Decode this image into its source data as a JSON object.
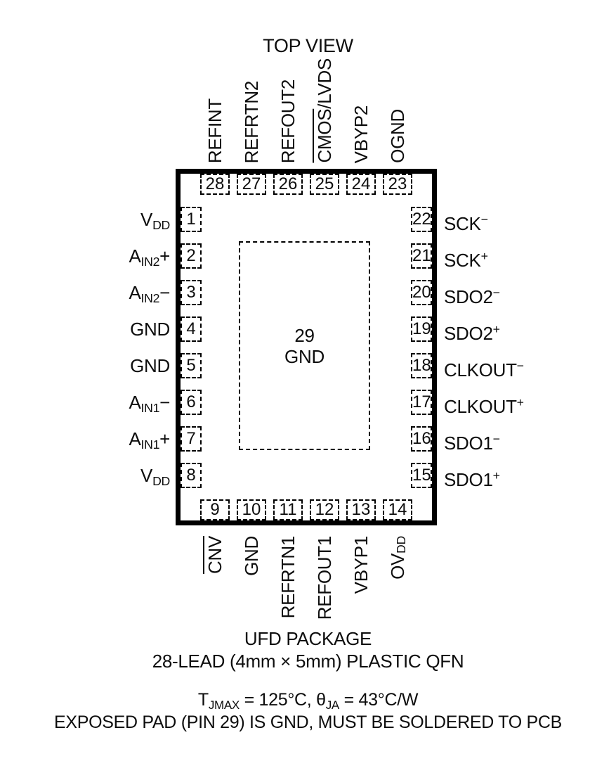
{
  "title": "TOP VIEW",
  "pins": {
    "top": [
      {
        "number": "28",
        "label": [
          {
            "t": "REFINT"
          }
        ]
      },
      {
        "number": "27",
        "label": [
          {
            "t": "REFRTN2"
          }
        ]
      },
      {
        "number": "26",
        "label": [
          {
            "t": "REFOUT2"
          }
        ]
      },
      {
        "number": "25",
        "label": [
          {
            "t": "CMOS",
            "s": "over"
          },
          {
            "t": "/LVDS"
          }
        ]
      },
      {
        "number": "24",
        "label": [
          {
            "t": "VBYP2"
          }
        ]
      },
      {
        "number": "23",
        "label": [
          {
            "t": "OGND"
          }
        ]
      }
    ],
    "left": [
      {
        "number": "1",
        "label": [
          {
            "t": "V"
          },
          {
            "t": "DD",
            "s": "sub"
          }
        ]
      },
      {
        "number": "2",
        "label": [
          {
            "t": "A"
          },
          {
            "t": "IN2",
            "s": "sub"
          },
          {
            "t": "+"
          }
        ]
      },
      {
        "number": "3",
        "label": [
          {
            "t": "A"
          },
          {
            "t": "IN2",
            "s": "sub"
          },
          {
            "t": "−"
          }
        ]
      },
      {
        "number": "4",
        "label": [
          {
            "t": "GND"
          }
        ]
      },
      {
        "number": "5",
        "label": [
          {
            "t": "GND"
          }
        ]
      },
      {
        "number": "6",
        "label": [
          {
            "t": "A"
          },
          {
            "t": "IN1",
            "s": "sub"
          },
          {
            "t": "−"
          }
        ]
      },
      {
        "number": "7",
        "label": [
          {
            "t": "A"
          },
          {
            "t": "IN1",
            "s": "sub"
          },
          {
            "t": "+"
          }
        ]
      },
      {
        "number": "8",
        "label": [
          {
            "t": "V"
          },
          {
            "t": "DD",
            "s": "sub"
          }
        ]
      }
    ],
    "right": [
      {
        "number": "22",
        "label": [
          {
            "t": "SCK"
          },
          {
            "t": "−",
            "s": "sup"
          }
        ]
      },
      {
        "number": "21",
        "label": [
          {
            "t": "SCK"
          },
          {
            "t": "+",
            "s": "sup"
          }
        ]
      },
      {
        "number": "20",
        "label": [
          {
            "t": "SDO2"
          },
          {
            "t": "−",
            "s": "sup"
          }
        ]
      },
      {
        "number": "19",
        "label": [
          {
            "t": "SDO2"
          },
          {
            "t": "+",
            "s": "sup"
          }
        ]
      },
      {
        "number": "18",
        "label": [
          {
            "t": "CLKOUT"
          },
          {
            "t": "−",
            "s": "sup"
          }
        ]
      },
      {
        "number": "17",
        "label": [
          {
            "t": "CLKOUT"
          },
          {
            "t": "+",
            "s": "sup"
          }
        ]
      },
      {
        "number": "16",
        "label": [
          {
            "t": "SDO1"
          },
          {
            "t": "−",
            "s": "sup"
          }
        ]
      },
      {
        "number": "15",
        "label": [
          {
            "t": "SDO1"
          },
          {
            "t": "+",
            "s": "sup"
          }
        ]
      }
    ],
    "bottom": [
      {
        "number": "9",
        "label": [
          {
            "t": "CNV",
            "s": "over"
          }
        ]
      },
      {
        "number": "10",
        "label": [
          {
            "t": "GND"
          }
        ]
      },
      {
        "number": "11",
        "label": [
          {
            "t": "REFRTN1"
          }
        ]
      },
      {
        "number": "12",
        "label": [
          {
            "t": "REFOUT1"
          }
        ]
      },
      {
        "number": "13",
        "label": [
          {
            "t": "VBYP1"
          }
        ]
      },
      {
        "number": "14",
        "label": [
          {
            "t": "OV"
          },
          {
            "t": "DD",
            "s": "sub"
          }
        ]
      }
    ]
  },
  "exposed_pad": {
    "number": "29",
    "label": "GND"
  },
  "footer": {
    "package_name": "UFD PACKAGE",
    "package_desc": "28-LEAD (4mm × 5mm) PLASTIC QFN",
    "thermal": [
      {
        "t": "T"
      },
      {
        "t": "JMAX",
        "s": "sub"
      },
      {
        "t": " = 125°C, θ"
      },
      {
        "t": "JA",
        "s": "sub"
      },
      {
        "t": " = 43°C/W"
      }
    ],
    "note": "EXPOSED PAD (PIN 29) IS GND, MUST BE SOLDERED TO PCB"
  }
}
